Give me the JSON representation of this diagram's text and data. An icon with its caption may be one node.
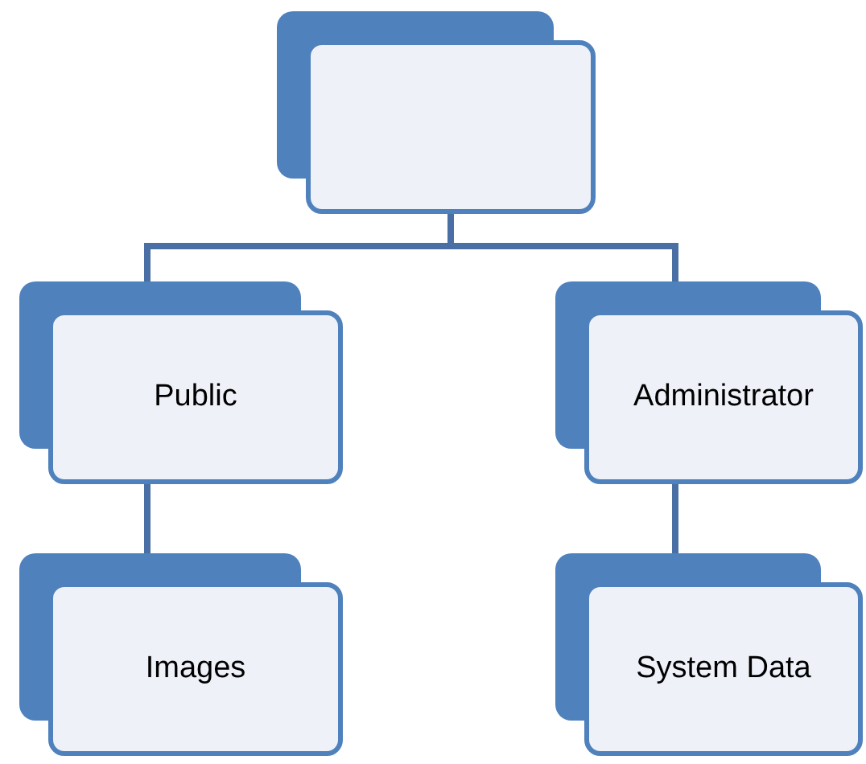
{
  "diagram": {
    "nodes": [
      {
        "text": [],
        "shape": "box"
      },
      {
        "text": [
          "Public"
        ]
      },
      {
        "text": [
          "Administrator"
        ]
      },
      {
        "text": [
          "Images"
        ]
      },
      {
        "text": [
          "System Data"
        ]
      }
    ],
    "edges": [
      {
        "from": 0,
        "to": 1,
        "arrow": "none"
      },
      {
        "from": 0,
        "to": 2,
        "arrow": "none"
      },
      {
        "from": 1,
        "to": 3,
        "arrow": "none"
      },
      {
        "from": 2,
        "to": 4,
        "arrow": "none"
      }
    ]
  }
}
